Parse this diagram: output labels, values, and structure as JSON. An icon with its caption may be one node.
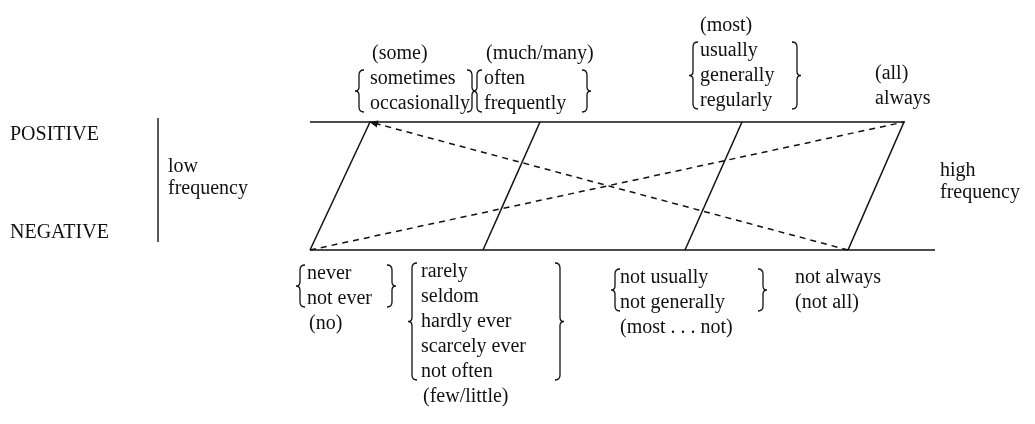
{
  "diagram": {
    "nodes": [
      {
        "text": [
          "(some)",
          "sometimes",
          "occasionally"
        ]
      },
      {
        "text": [
          "(much/many)",
          "often",
          "frequently"
        ]
      },
      {
        "text": [
          "(most)",
          "usually",
          "generally",
          "regularly"
        ]
      },
      {
        "text": [
          "(all)",
          "always"
        ]
      },
      {
        "text": [
          "never",
          "not ever",
          "(no)"
        ]
      },
      {
        "text": [
          "rarely",
          "seldom",
          "hardly ever",
          "scarcely ever",
          "not often",
          "(few/little)"
        ]
      },
      {
        "text": [
          "not usually",
          "not generally",
          "(most . . . not)"
        ]
      },
      {
        "text": [
          "not always",
          "(not all)"
        ]
      }
    ],
    "edges": [
      {
        "from": 0,
        "to": 4,
        "arrow": "none"
      },
      {
        "from": 1,
        "to": 5,
        "arrow": "none"
      },
      {
        "from": 2,
        "to": 6,
        "arrow": "none"
      },
      {
        "from": 3,
        "to": 7,
        "arrow": "none"
      },
      {
        "from": 4,
        "to": 3,
        "arrow": "none",
        "style": "dashed"
      },
      {
        "from": 7,
        "to": 0,
        "arrow": "to",
        "style": "dashed"
      }
    ],
    "labels": [
      "POSITIVE",
      "low frequency",
      "high frequency",
      "NEGATIVE"
    ]
  }
}
